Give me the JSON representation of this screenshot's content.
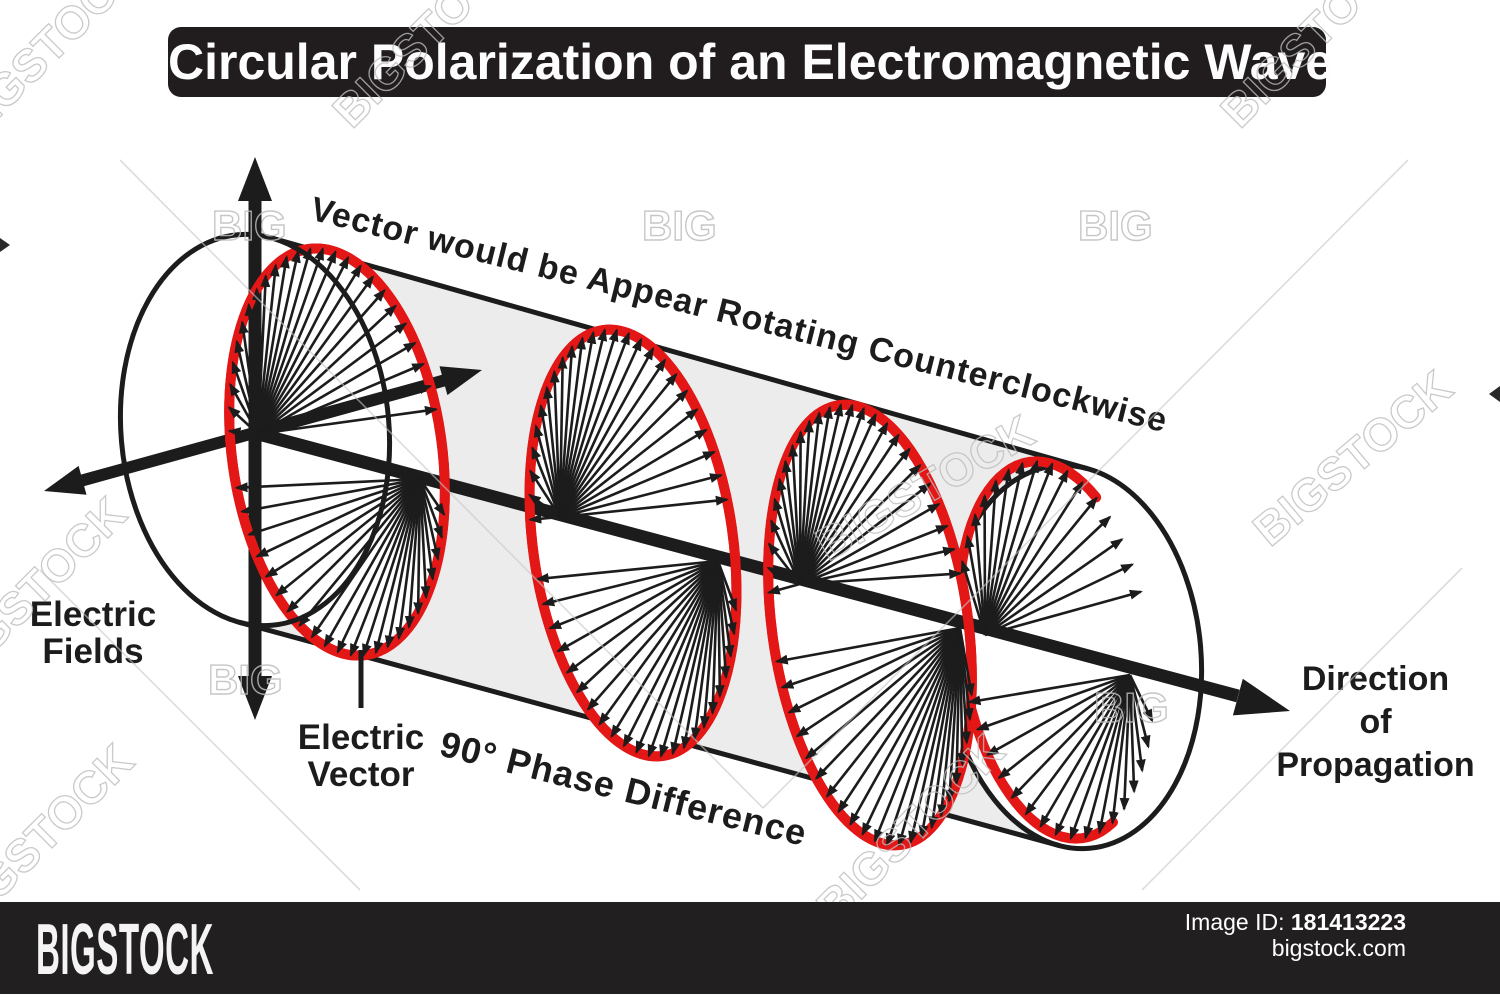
{
  "title": "Circular Polarization of an Electromagnetic Wave",
  "diagram": {
    "rotating_note": "Vector would be Appear Rotating Counterclockwise",
    "electric_fields_line1": "Electric",
    "electric_fields_line2": "Fields",
    "electric_vector_line1": "Electric",
    "electric_vector_line2": "Vector",
    "phase_label": "90° Phase Difference",
    "direction_line1": "Direction",
    "direction_line2": "of",
    "direction_line3": "Propagation"
  },
  "colors": {
    "ink": "#1c1c1c",
    "helix_red": "#e41717",
    "tube_gray": "#ececec",
    "title_bg": "#211d1e",
    "footer_bg": "#221f20",
    "watermark_stroke": "#bdbdbd",
    "watermark_line": "#c6c6c6"
  },
  "watermarks": {
    "short": "BIG",
    "full": "BIGSTOCK"
  },
  "footer": {
    "logo": "BIGSTOCK",
    "image_id_label": "Image ID:",
    "image_id": "181413223",
    "website": "bigstock.com"
  }
}
